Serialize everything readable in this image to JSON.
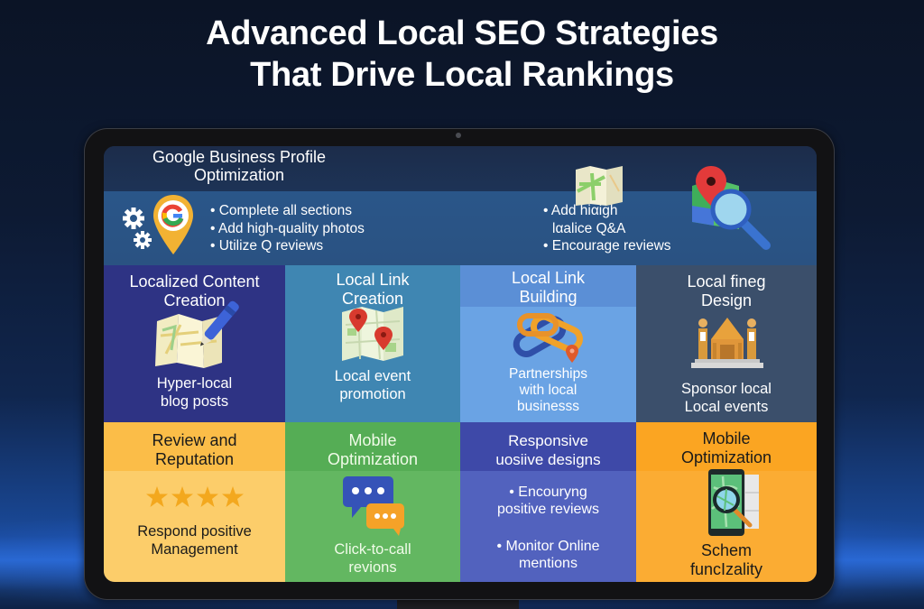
{
  "page": {
    "title_line1": "Advanced Local SEO Strategies",
    "title_line2": "That Drive Local Rankings"
  },
  "colors": {
    "background_top": "#0b1426",
    "background_glow": "#2a6ad0",
    "bezel": "#121214",
    "gbp_header": "#1c2c4a",
    "gbp_body": "#2a5689",
    "row1": [
      "#2e3384",
      "#3f86b2",
      "#6aa3e4",
      "#3b4f6b"
    ],
    "row2": [
      "#fbc355",
      "#5cb35a",
      "#4f5ab8",
      "#fba92a"
    ]
  },
  "gbp_panel": {
    "title_line1": "Google Business Profile",
    "title_line2": "Optimization",
    "icons": [
      "gear-icon",
      "google-pin-icon",
      "map-icon",
      "map-search-icon"
    ],
    "left_bullets": [
      "Complete all sections",
      "Add high-quality photos",
      "Utilize Q reviews"
    ],
    "right_bullets": [
      "Add hiαigh",
      "lαalice Q&A",
      "Encourage reviews"
    ]
  },
  "grid": {
    "row1": [
      {
        "title_line1": "Localized Content",
        "title_line2": "Creation",
        "icon": "map-pen-icon",
        "body_line1": "Hyper-local",
        "body_line2": "blog posts"
      },
      {
        "title_line1": "Local Link",
        "title_line2": "Creation",
        "icon": "map-pins-icon",
        "body_line1": "Local event",
        "body_line2": "promotion"
      },
      {
        "title_line1": "Local Link",
        "title_line2": "Building",
        "icon": "chain-link-icon",
        "body_line1": "Partnerships",
        "body_line2": "with local",
        "body_line3": "businesss"
      },
      {
        "title_line1": "Local fineg",
        "title_line2": "Design",
        "icon": "landmark-building-icon",
        "body_line1": "Sponsor local",
        "body_line2": "Local events"
      }
    ],
    "row2": [
      {
        "title_line1": "Review and",
        "title_line2": "Reputation",
        "icon": "four-stars-icon",
        "stars": 4,
        "body_line1": "Respond positive",
        "body_line2": "Management"
      },
      {
        "title_line1": "Mobile",
        "title_line2": "Optimization",
        "icon": "chat-bubbles-icon",
        "body_line1": "Click-to-call",
        "body_line2": "revions"
      },
      {
        "title_line1": "Responsive",
        "title_line2": "uosiive designs",
        "bullet1_line1": "Encouryng",
        "bullet1_line2": "positive reviews",
        "bullet2_line1": "Monitor Online",
        "bullet2_line2": "mentions"
      },
      {
        "title_line1": "Mobile",
        "title_line2": "Optimization",
        "icon": "phone-map-search-icon",
        "body_line1": "Schem",
        "body_line2": "funcIzality"
      }
    ]
  }
}
